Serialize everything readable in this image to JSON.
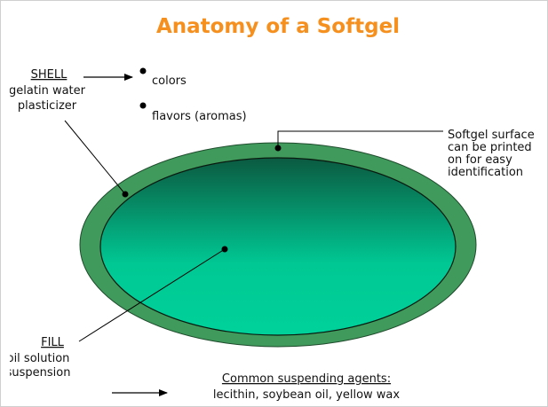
{
  "title": "Anatomy of a Softgel",
  "shell": {
    "heading": "SHELL",
    "lines": [
      "gelatin water",
      "plasticizer"
    ],
    "bullets": [
      "colors",
      "flavors (aromas)"
    ]
  },
  "surface_note": [
    "Softgel surface",
    "can be printed",
    "on for easy",
    "identification"
  ],
  "fill": {
    "heading": "FILL",
    "lines": [
      "oil solution",
      "suspension"
    ]
  },
  "suspending_agents": {
    "heading": "Common suspending agents:",
    "list": "lecithin, soybean oil, yellow wax"
  },
  "colors": {
    "title": "#f5901e",
    "shell_green": "#3f9a5b",
    "fill_dark": "#0b5a40",
    "fill_light": "#00c894"
  }
}
